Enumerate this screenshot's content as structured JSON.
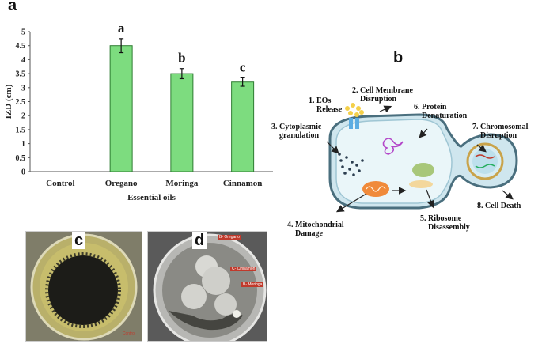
{
  "panels": {
    "a": "a",
    "b": "b",
    "c": "c",
    "d": "d"
  },
  "chart_data": {
    "type": "bar",
    "categories": [
      "Control",
      "Oregano",
      "Moringa",
      "Cinnamon"
    ],
    "values": [
      0,
      4.5,
      3.5,
      3.2
    ],
    "errors": [
      0,
      0.25,
      0.18,
      0.15
    ],
    "significance": [
      "",
      "a",
      "b",
      "c"
    ],
    "xlabel": "Essential oils",
    "ylabel": "IZD (cm)",
    "ylim": [
      0,
      5
    ],
    "yticks": [
      0,
      0.5,
      1,
      1.5,
      2,
      2.5,
      3,
      3.5,
      4,
      4.5,
      5
    ],
    "grid": false,
    "bar_color": "#7ddc7f",
    "bar_edge": "#2e7d32"
  },
  "diagram": {
    "steps": [
      {
        "id": "eos",
        "text": [
          "1.  EOs",
          "Release"
        ]
      },
      {
        "id": "membrane",
        "text": [
          "2. Cell Membrane",
          "Disruption"
        ]
      },
      {
        "id": "cytoplasmic",
        "text": [
          "3. Cytoplasmic",
          "granulation"
        ]
      },
      {
        "id": "mito",
        "text": [
          "4. Mitochondrial",
          "Damage"
        ]
      },
      {
        "id": "ribosome",
        "text": [
          "5. Ribosome",
          "Disassembly"
        ]
      },
      {
        "id": "protein",
        "text": [
          "6. Protein",
          "Denaturation"
        ]
      },
      {
        "id": "chromo",
        "text": [
          "7. Chromosomal",
          "Disruption"
        ]
      },
      {
        "id": "death",
        "text": [
          "8. Cell Death"
        ]
      }
    ]
  },
  "photos": {
    "d_labels": [
      "B- Oregano",
      "C- Cinnamon",
      "B- Moringa"
    ],
    "c_label": "Control"
  }
}
